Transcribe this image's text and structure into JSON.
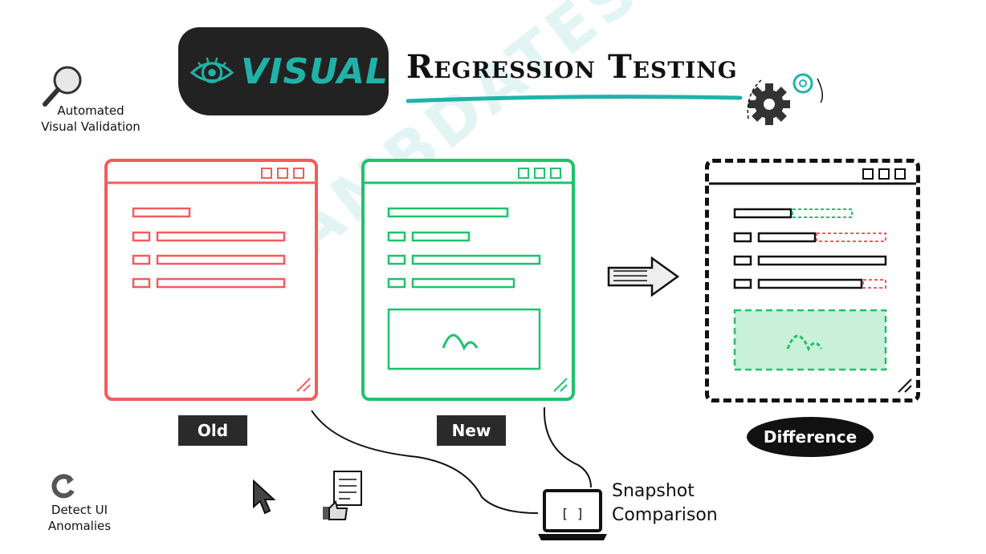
{
  "title": {
    "word1": "VISUAL",
    "word2": "Regression Testing"
  },
  "watermark": "LAMBDATEST",
  "features": {
    "automated": [
      "Automated",
      "Visual Validation"
    ],
    "anomalies": [
      "Detect UI",
      "Anomalies"
    ],
    "snapshot": [
      "Snapshot",
      "Comparison"
    ]
  },
  "panels": {
    "old": "Old",
    "new": "New",
    "difference": "Difference"
  },
  "colors": {
    "old": "#f25c5c",
    "new": "#1fc26b",
    "accent": "#1fb3a8",
    "dark": "#222222"
  },
  "icons": [
    "magnifier-icon",
    "eye-icon",
    "gear-icon",
    "refresh-icon",
    "cursor-icon",
    "document-icon",
    "thumbs-up-icon",
    "laptop-icon",
    "arrow-right-icon"
  ]
}
